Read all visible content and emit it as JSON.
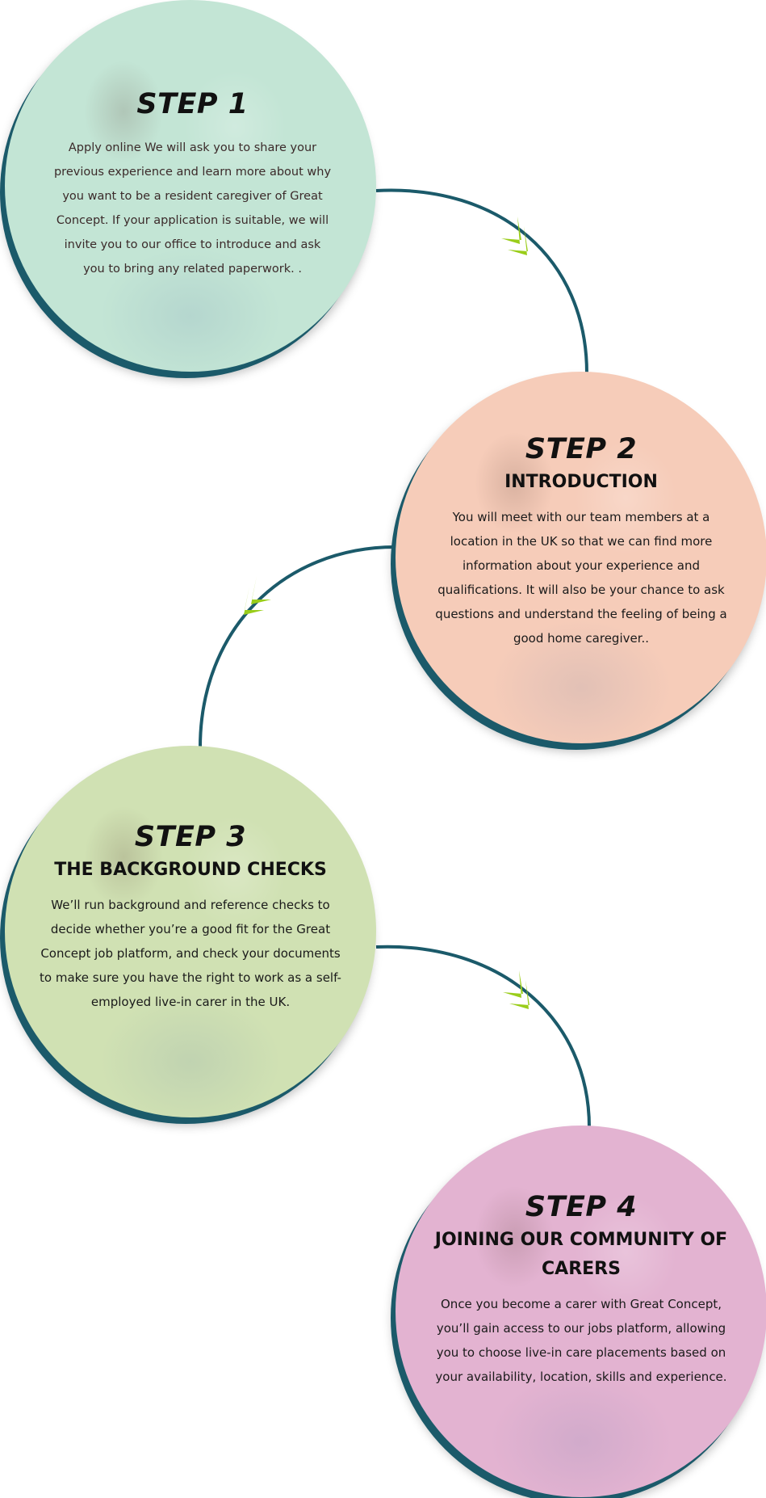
{
  "colors": {
    "step1": "#c3e5d5",
    "step2": "#f6ccb9",
    "step3": "#d0e1b3",
    "step4": "#e3b3d1",
    "connector": "#1b5a6a",
    "arrow": "#9acd1a"
  },
  "steps": [
    {
      "title": "STEP 1",
      "subtitle": "",
      "body": "Apply online We will ask you to share your previous experience and learn more about why you want to be a resident caregiver of Great Concept. If your application is suitable, we will invite you to our office to introduce and ask you to bring any related paperwork. ."
    },
    {
      "title": "STEP 2",
      "subtitle": "INTRODUCTION",
      "body": "You will meet with our team members at a location in the UK so that we can find more information about your experience and qualifications. It will also be your chance to ask questions and understand the feeling of being a good home caregiver.."
    },
    {
      "title": "STEP 3",
      "subtitle": "THE BACKGROUND CHECKS",
      "body": "We’ll run background and reference checks to decide whether you’re a good fit for the Great Concept job platform, and check your documents to make sure you have the right to work as a self-employed live-in carer in the UK."
    },
    {
      "title": "STEP 4",
      "subtitle": "JOINING OUR COMMUNITY OF CARERS",
      "body": "Once you become a carer with Great Concept, you’ll gain access to our jobs platform, allowing you to choose live-in care placements based on your availability, location, skills and experience."
    }
  ]
}
